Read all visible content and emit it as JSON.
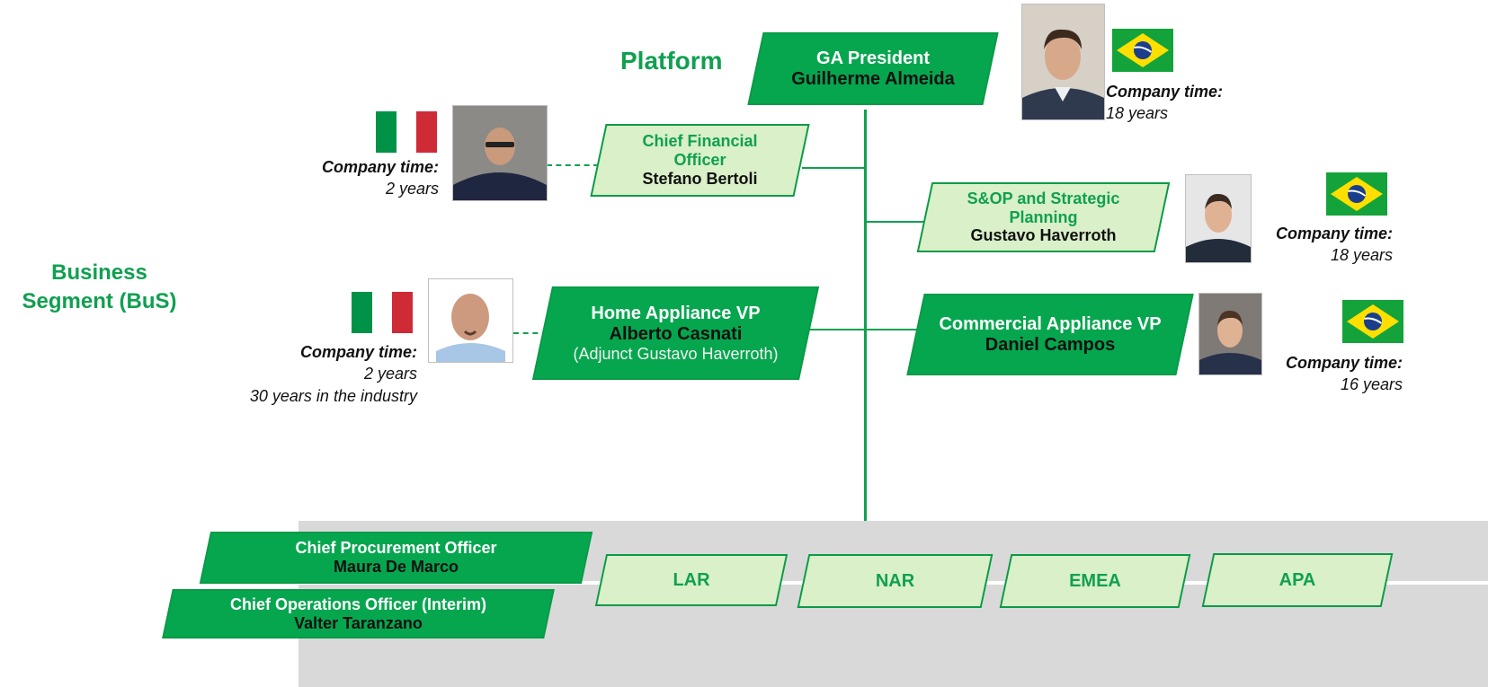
{
  "labels": {
    "platform": "Platform",
    "business_segment_line1": "Business",
    "business_segment_line2": "Segment (BuS)"
  },
  "president": {
    "role": "GA President",
    "name": "Guilherme Almeida",
    "tenure_label": "Company time:",
    "tenure_value": "18 years",
    "flag": "brazil-flag"
  },
  "cfo": {
    "role_line1": "Chief Financial",
    "role_line2": "Officer",
    "name": "Stefano Bertoli",
    "tenure_label": "Company time:",
    "tenure_value": "2 years",
    "flag": "italy-flag"
  },
  "sop": {
    "role_line1": "S&OP and Strategic",
    "role_line2": "Planning",
    "name": "Gustavo Haverroth",
    "tenure_label": "Company time:",
    "tenure_value": "18 years",
    "flag": "brazil-flag"
  },
  "home_vp": {
    "role": "Home Appliance VP",
    "name": "Alberto Casnati",
    "adjunct": "(Adjunct Gustavo Haverroth)",
    "tenure_label": "Company time:",
    "tenure_value": "2 years",
    "industry": "30 years in the industry",
    "flag": "italy-flag"
  },
  "commercial_vp": {
    "role": "Commercial Appliance VP",
    "name": "Daniel Campos",
    "tenure_label": "Company time:",
    "tenure_value": "16 years",
    "flag": "brazil-flag"
  },
  "procurement": {
    "role": "Chief Procurement Officer",
    "name": "Maura De Marco"
  },
  "operations": {
    "role": "Chief Operations Officer (Interim)",
    "name": "Valter Taranzano"
  },
  "regions": [
    "LAR",
    "NAR",
    "EMEA",
    "APA"
  ],
  "colors": {
    "dark_green": "#06a64f",
    "light_green": "#d9f0c8",
    "text_green": "#10a050",
    "band_gray": "#d9d9d9",
    "italy_green": "#009246",
    "italy_red": "#ce2b37"
  }
}
